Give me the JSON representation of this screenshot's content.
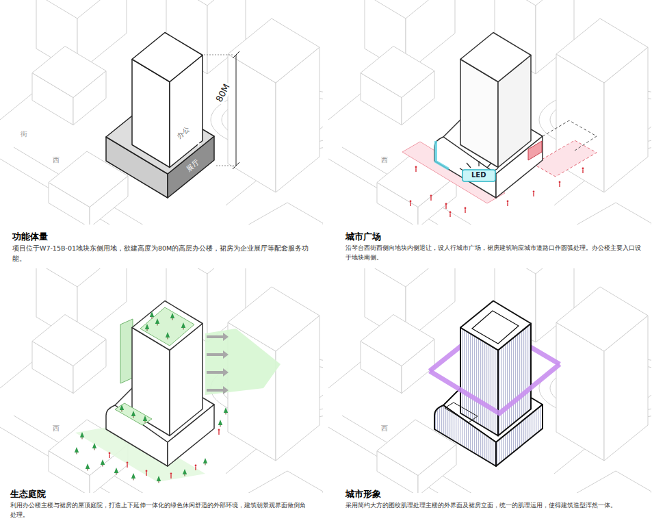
{
  "diagram": {
    "labels": [
      "80M",
      "办公",
      "展厅",
      "街",
      "西",
      "功能体量",
      "项目位于W7-15B-01地块东侧用地，欲建高度为80M的高层办公楼，裙房为企业展厅等配套服务功能。",
      "LED",
      "西",
      "城市广场",
      "沿琴台西街西侧向地块内侧退让，设人行城市广场，裙房建筑响应城市道路口作圆弧处理。办公楼主要入口设于地块南侧。",
      "西",
      "生态庭院",
      "利用办公楼主楼与裙房的屋顶庭院，打造上下延伸一体化的绿色休闲舒适的外部环境，建筑朝景观界面做倒角处理。",
      "西",
      "城市形象",
      "采用简约大方的图纹肌理处理主楼的外界面及裙房立面，统一的肌理运用，使得建筑造型浑然一体。"
    ]
  }
}
